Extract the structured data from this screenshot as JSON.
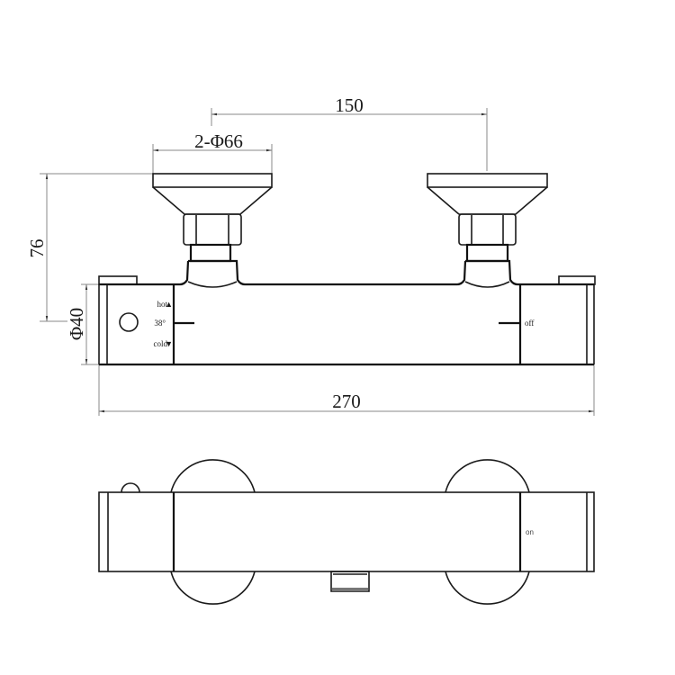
{
  "drawing": {
    "title": "Thermostatic shower bar valve technical drawing",
    "views": [
      "front-view",
      "top-view"
    ],
    "colors": {
      "line": "#1a1a1a",
      "dimension_line": "#8a8a8a",
      "background": "#ffffff"
    }
  },
  "dimensions": {
    "inlet_spacing": "150",
    "inlet_flange_diameter": "2-Φ66",
    "height_to_center": "76",
    "body_diameter": "Φ40",
    "overall_length": "270"
  },
  "labels": {
    "hot": "hot",
    "temp": "38°",
    "cold": "cold",
    "off": "off",
    "on": "on",
    "hot_arrow": "▲",
    "cold_arrow": "▼"
  }
}
